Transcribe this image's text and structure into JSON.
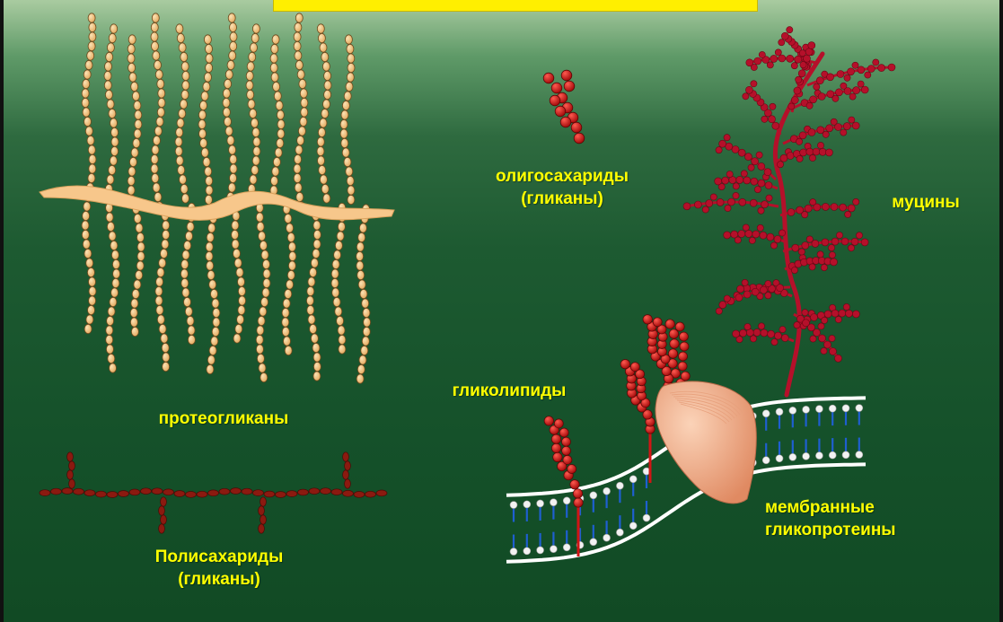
{
  "labels": {
    "proteoglycans": "протеогликаны",
    "polysaccharides_line1": "Полисахариды",
    "polysaccharides_line2": "(гликаны)",
    "oligosaccharides_line1": "олигосахариды",
    "oligosaccharides_line2": "(гликаны)",
    "mucins": "муцины",
    "glycolipids": "гликолипиды",
    "membrane_glycoproteins_line1": "мембранные",
    "membrane_glycoproteins_line2": "гликопротеины"
  },
  "colors": {
    "background_top": "#a9cba0",
    "background_bottom": "#114a24",
    "label_text": "#ffff00",
    "title_bar": "#ffef00",
    "proteoglycan_bead": "#f5c780",
    "core_protein": "#f7c78b",
    "polysaccharide_bead": "#8b1a10",
    "mucin": "#b5102a",
    "glycolipid_bead": "#d01515",
    "membrane_line": "#ffffff",
    "lipid_tail": "#1f5fd0",
    "protein_blob": "#f2a884"
  }
}
